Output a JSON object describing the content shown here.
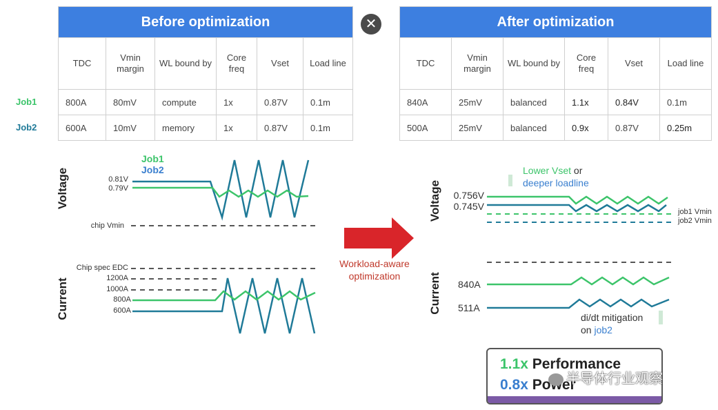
{
  "tables": {
    "before": {
      "title": "Before optimization",
      "columns": [
        "TDC",
        "Vmin margin",
        "WL bound by",
        "Core freq",
        "Vset",
        "Load line"
      ],
      "rows": [
        [
          "800A",
          "80mV",
          "compute",
          "1x",
          "0.87V",
          "0.1m"
        ],
        [
          "600A",
          "10mV",
          "memory",
          "1x",
          "0.87V",
          "0.1m"
        ]
      ]
    },
    "after": {
      "title": "After optimization",
      "columns": [
        "TDC",
        "Vmin margin",
        "WL bound by",
        "Core freq",
        "Vset",
        "Load line"
      ],
      "rows": [
        [
          "840A",
          "25mV",
          "balanced",
          "1.1x",
          "0.84V",
          "0.1m"
        ],
        [
          "500A",
          "25mV",
          "balanced",
          "0.9x",
          "0.87V",
          "0.25m"
        ]
      ]
    },
    "row_labels": [
      "Job1",
      "Job2"
    ]
  },
  "close_icon": "close-icon",
  "colors": {
    "job1": "#3cc46a",
    "job2": "#1f7a98",
    "header": "#3d7fe0",
    "arrow": "#d9252a",
    "dashed": "#555555",
    "perf_bar": "#7b5aa6"
  },
  "left_chart": {
    "legend": [
      "Job1",
      "Job2"
    ],
    "voltage_axis": "Voltage",
    "current_axis": "Current",
    "voltage_labels": [
      "0.81V",
      "0.79V",
      "chip Vmin"
    ],
    "current_labels": [
      "Chip spec EDC",
      "1200A",
      "1000A",
      "800A",
      "600A"
    ]
  },
  "arrow": {
    "label_line1": "Workload-aware",
    "label_line2": "optimization"
  },
  "right_chart": {
    "annotation_top_line1": "Lower Vset",
    "annotation_top_or": " or",
    "annotation_top_line2": "deeper loadline",
    "voltage_axis": "Voltage",
    "current_axis": "Current",
    "voltage_labels": [
      "0.756V",
      "0.745V"
    ],
    "vmin_labels": [
      "job1 Vmin",
      "job2 Vmin"
    ],
    "current_labels": [
      "840A",
      "511A"
    ],
    "annotation_bottom_line1": "di/dt mitigation",
    "annotation_bottom_on": "on ",
    "annotation_bottom_job": "job2"
  },
  "summary": {
    "perf_value": "1.1x",
    "perf_label": " Performance",
    "power_value": "0.8x",
    "power_label": " Power"
  },
  "watermark": "半导体行业观察"
}
